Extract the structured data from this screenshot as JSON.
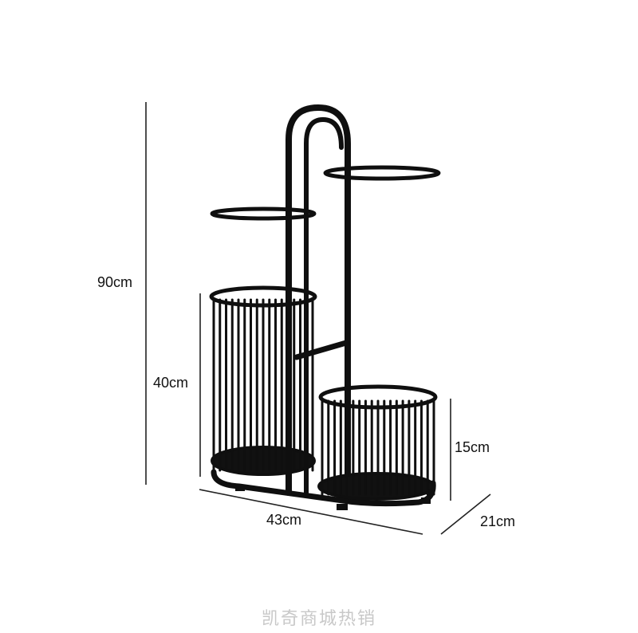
{
  "product": {
    "colors": {
      "frame": "#0f0f0f",
      "dimension_line": "#222222",
      "watermark": "#c8c8c8"
    }
  },
  "dimensions": {
    "total_height": "90cm",
    "left_basket_height": "40cm",
    "right_basket_height": "15cm",
    "width": "43cm",
    "depth": "21cm"
  },
  "watermark": {
    "text": "凯奇商城热销"
  }
}
